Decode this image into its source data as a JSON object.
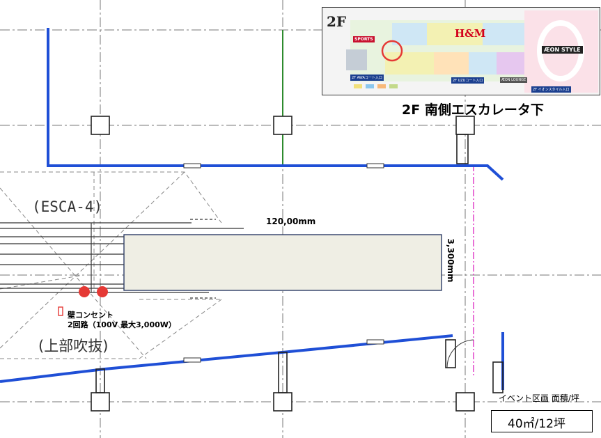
{
  "caption": "2F 南側エスカレータ下",
  "dimensions": {
    "width": "120,00mm",
    "height": "3,300mm"
  },
  "labels": {
    "escalator": "(ESCA-4)",
    "void_above": "(上部吹抜)"
  },
  "outlet": {
    "title": "壁コンセント",
    "detail": "2回路（100V  最大3,000W）"
  },
  "event_area": {
    "title": "イベント区画  面積/坪",
    "value": "40㎡/12坪"
  },
  "minimap": {
    "floor": "2F",
    "hm": "H&M",
    "sports": "SPORTS",
    "aeon": "ÆON STYLE",
    "court_left": "2F AWAコート入口",
    "court_mid": "2F UZUコート入口",
    "lounge": "ÆON LOUNGE",
    "right_entrance": "2F イオンスタイル入口"
  },
  "colors": {
    "wall": "#1f4fd6",
    "room": "#efeee4",
    "outlet": "#e53935",
    "marker": "#e53935",
    "green_line": "#2e8b2e",
    "pink_line": "#e040c8"
  }
}
